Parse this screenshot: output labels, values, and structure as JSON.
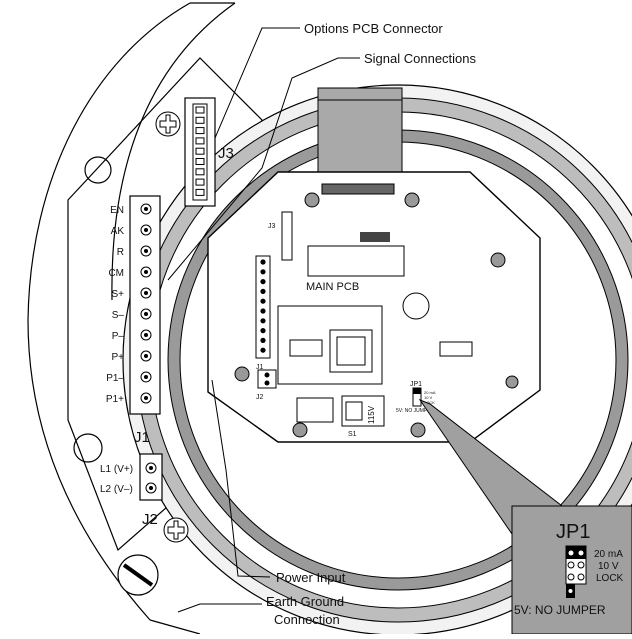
{
  "callouts": {
    "options_pcb": "Options PCB Connector",
    "signal": "Signal Connections",
    "power": "Power Input",
    "earth_line1": "Earth Ground",
    "earth_line2": "Connection"
  },
  "connectors": {
    "j1": "J1",
    "j2": "J2",
    "j3": "J3",
    "j1_pins": [
      "EN",
      "AK",
      "R",
      "CM",
      "S+",
      "S–",
      "P–",
      "P+",
      "P1–",
      "P1+"
    ],
    "j2_pins": [
      "L1 (V+)",
      "L2 (V–)"
    ]
  },
  "main_pcb": {
    "label": "MAIN PCB",
    "j1": "J1",
    "j2": "J2",
    "j3": "J3",
    "s1": "S1",
    "voltage": "115V",
    "jp1": "JP1",
    "jp1_small": [
      "20 mA",
      "10 V",
      "LOCK"
    ],
    "jp1_note": "5V: NO JUMPER"
  },
  "jp1_inset": {
    "title": "JP1",
    "options": [
      "20 mA",
      "10 V",
      "LOCK"
    ],
    "note": "5V: NO JUMPER"
  }
}
